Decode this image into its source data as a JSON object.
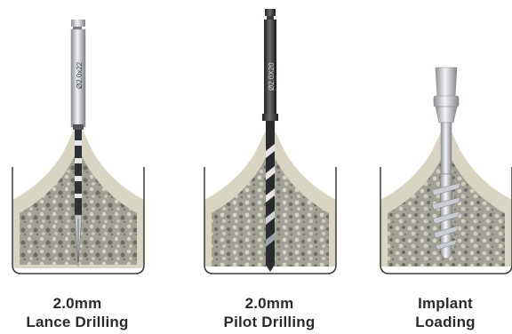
{
  "steps": [
    {
      "tool_marking": "Ø2.0x22",
      "caption_line1": "2.0mm",
      "caption_line2": "Lance Drilling",
      "tool": "lance-drill"
    },
    {
      "tool_marking": "Ø2.0X20",
      "caption_line1": "2.0mm",
      "caption_line2": "Pilot Drilling",
      "tool": "pilot-drill"
    },
    {
      "caption_line1": "Implant",
      "caption_line2": "Loading",
      "tool": "implant"
    }
  ],
  "colors": {
    "bone_outer": "#d9d7c3",
    "bone_cancellous": "#a9a79a",
    "container_outline": "#3a3a3a",
    "steel": "#c9ccd0",
    "dark_steel": "#2f3033"
  }
}
